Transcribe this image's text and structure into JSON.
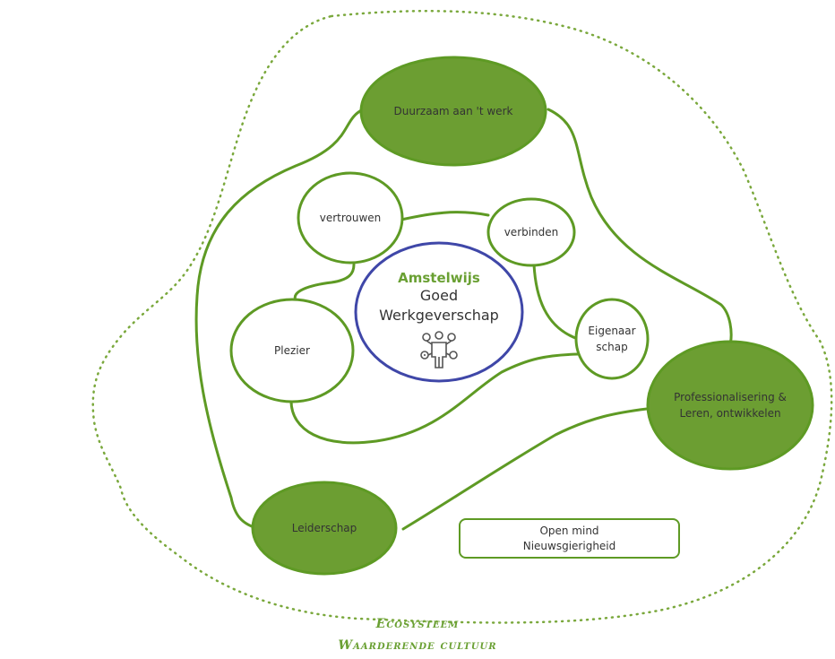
{
  "colors": {
    "green_fill": "#6c9e32",
    "green_stroke": "#5e9a24",
    "green_text": "#6aa033",
    "blue_ring": "#3f47a8",
    "text": "#333333"
  },
  "center": {
    "title": "Amstelwijs",
    "line1": "Goed",
    "line2": "Werkgeverschap",
    "icon": "people-network-icon"
  },
  "nodes": {
    "duurzaam": "Duurzaam aan 't werk",
    "professionalisering": "Professionalisering & Leren, ontwikkelen",
    "leiderschap": "Leiderschap",
    "vertrouwen": "vertrouwen",
    "verbinden": "verbinden",
    "plezier": "Plezier",
    "eigenaarschap": "Eigenaar schap"
  },
  "box": {
    "line1": "Open mind",
    "line2": "Nieuwsgierigheid"
  },
  "caption": {
    "line1": "Ecosysteem",
    "line2": "Waarderende cultuur"
  }
}
